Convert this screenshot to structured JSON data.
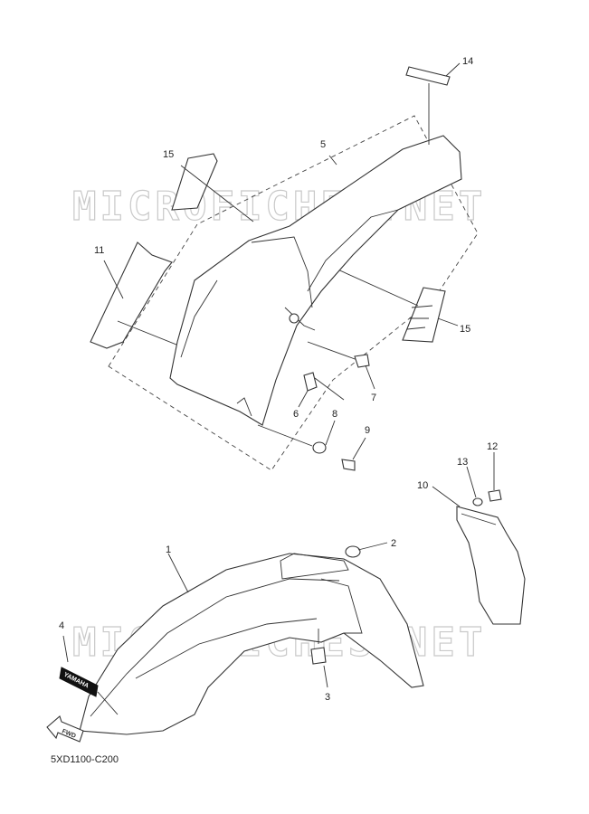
{
  "watermark": "MICROFICHES.NET",
  "diagram_code": "5XD1100-C200",
  "callouts": [
    "1",
    "2",
    "3",
    "4",
    "5",
    "6",
    "7",
    "8",
    "9",
    "10",
    "11",
    "12",
    "13",
    "14",
    "15",
    "15"
  ],
  "decal_brand": "YAMAHA",
  "fwd_label": "FWD"
}
